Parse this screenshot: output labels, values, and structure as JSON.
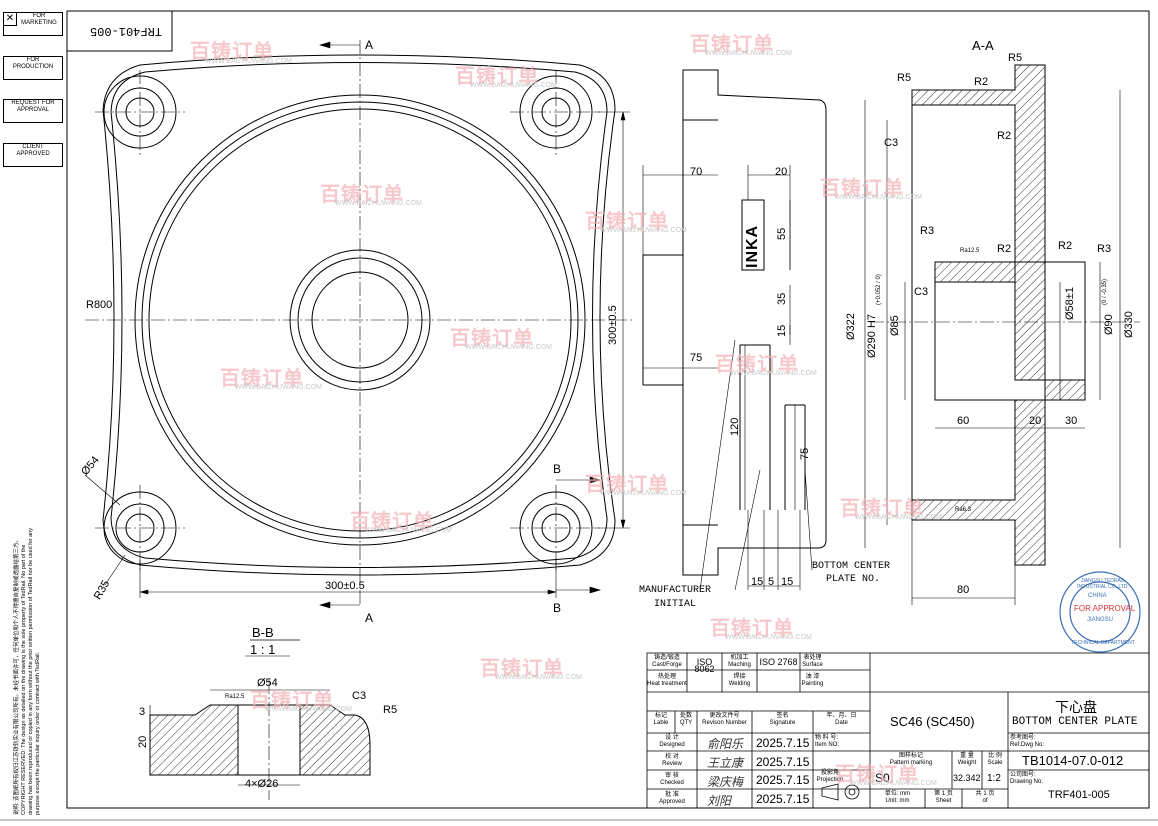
{
  "stamps": [
    {
      "line1": "FOR",
      "line2": "MARKETING"
    },
    {
      "line1": "FOR",
      "line2": "PRODUCTION"
    },
    {
      "line1": "REQUEST FOR",
      "line2": "APPROVAL"
    },
    {
      "line1": "CLIENT",
      "line2": "APPROVED"
    }
  ],
  "drawing_code_top": "TRF401-005",
  "section_labels": {
    "A_top": "A",
    "A_bottom": "A",
    "B_top": "B",
    "B_bottom": "B",
    "AA_title": "A-A",
    "BB_title": "B-B",
    "BB_scale": "1 : 1"
  },
  "dimensions": {
    "r800": "R800",
    "phi54": "Ø54",
    "r35": "R35",
    "w300": "300±0.5",
    "h300": "300±0.5",
    "d70": "70",
    "d20": "20",
    "d55": "55",
    "d35": "35",
    "d15a": "15",
    "d75a": "75",
    "d120": "120",
    "d75b": "75",
    "d15b": "15",
    "d5": "5",
    "d15c": "15",
    "inka": "INKA",
    "r5a": "R5",
    "r5b": "R5",
    "r2a": "R2",
    "r2b": "R2",
    "r2c": "R2",
    "r2d": "R2",
    "r3a": "R3",
    "r3b": "R3",
    "c3a": "C3",
    "c3b": "C3",
    "phi322": "Ø322",
    "phi290": "Ø290 H7",
    "phi290tol": "(+0.052 / 0)",
    "phi85": "Ø85",
    "phi58": "Ø58±1",
    "phi90": "Ø90",
    "phi90tol": "(0 / -0.35)",
    "phi330": "Ø330",
    "d60": "60",
    "d20b": "20",
    "d30": "30",
    "d80": "80",
    "ra125": "Ra12.5",
    "ra63": "Ra6.3",
    "bb_phi54": "Ø54",
    "bb_c3": "C3",
    "bb_r5": "R5",
    "bb_3": "3",
    "bb_20": "20",
    "bb_holes": "4×Ø26"
  },
  "callouts": {
    "bottom_center": "BOTTOM CENTER",
    "plate_no": "PLATE NO.",
    "manufacturer": "MANUFACTURER",
    "initial": "INITIAL"
  },
  "watermark": {
    "text": "百铸订单",
    "url": "WWW.BAIZHUWANG.COM"
  },
  "title_block": {
    "cast_cn": "铸造/锻造",
    "cast_en": "Cast/Forge",
    "iso8062": "ISO 8062",
    "mach_cn": "机加工",
    "mach_en": "Maching",
    "iso2768": "ISO 2768",
    "surf_cn": "表处理",
    "surf_en": "Surface",
    "heat_cn": "热处理",
    "heat_en": "Heat treatment",
    "weld_cn": "焊接",
    "weld_en": "Welding",
    "paint_cn": "油 漆",
    "paint_en": "Painting",
    "label_cn": "标记",
    "label_en": "Lable",
    "qty_cn": "处数",
    "qty_en": "QTY",
    "rev_cn": "更改文件号",
    "rev_en": "Revison Number",
    "sign_cn": "签名",
    "sign_en": "Signature",
    "date_cn": "年、月、日",
    "date_en": "Date",
    "design_cn": "设 计",
    "design_en": "Designed",
    "review_cn": "校 对",
    "review_en": "Review",
    "check_cn": "审 核",
    "check_en": "Checked",
    "approve_cn": "批 准",
    "approve_en": "Approved",
    "date1": "2025.7.15",
    "date2": "2025.7.15",
    "date3": "2025.7.15",
    "date4": "2025.7.15",
    "sig1": "俞阳乐",
    "sig2": "王立康",
    "sig3": "梁庆梅",
    "sig4": "刘阳",
    "material": "SC46 (SC450)",
    "item_cn": "物 料 号:",
    "item_en": "Item NO:",
    "pattern_cn": "图样标记",
    "pattern_en": "Pattern marking",
    "pattern_val": "S0",
    "weight_cn": "重 量",
    "weight_en": "Weight",
    "weight_val": "32.342",
    "scale_cn": "比 例",
    "scale_en": "Scale",
    "scale_val": "1:2",
    "proj_cn": "投影角",
    "proj_en": "Projection",
    "unit_cn": "单位: mm",
    "unit_en": "Unit: mm",
    "sheet_cn": "第 1 页",
    "sheet_en": "Sheet",
    "of_cn": "共 1 页",
    "of_en": "of",
    "title_cn": "下心盘",
    "title_en": "BOTTOM CENTER PLATE",
    "ref_cn": "参考图号:",
    "ref_en": "Ref.Dwg No:",
    "ref_val": "TB1014-07.0-012",
    "dwg_cn": "公司图号:",
    "dwg_en": "Drawing No:",
    "dwg_val": "TRF401-005"
  },
  "seal": {
    "top": "JIANGSU TEDRAIL INDUSTRIAL CO.,LTD.",
    "center": "FOR APPROVAL",
    "china": "CHINA",
    "jiangsu": "JIANGSU",
    "bottom": "TECHNICAL DEPARTMENT"
  },
  "side_note": "说明: 该图纸所有权归江苏铁轨实业有限公司所有。未经书面许可，任何单位和个人不得擅自复制或透露给第三方。 COPYRIGHT RESERVED: The design as detailed on the drawing is the sole property of TedRail. No part of the drawing has been reproduced or copied in any form without the prior written permission of TedRail nor be used for any purpose except the particular inquiry order or contract with TedRail."
}
